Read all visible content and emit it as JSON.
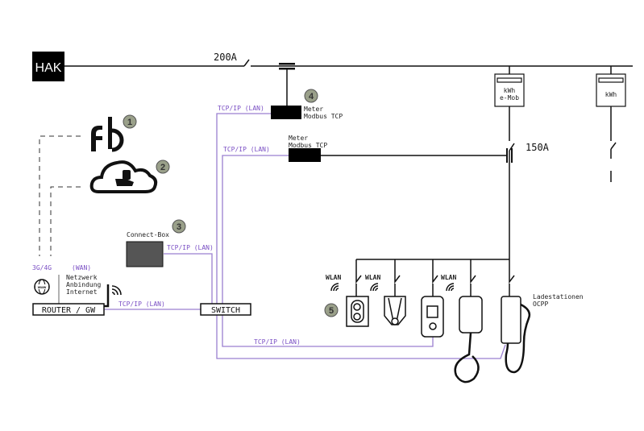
{
  "diagram": {
    "hak": "HAK",
    "main_breaker": "200A",
    "sub_breaker": "150A",
    "meter_emob": {
      "line1": "kWh",
      "line2": "e-Mob"
    },
    "meter_general": "kWh",
    "meter_top": {
      "line1": "Meter",
      "line2": "Modbus TCP"
    },
    "meter_mid": {
      "line1": "Meter",
      "line2": "Modbus TCP"
    },
    "lan_labels": {
      "meter_top": "TCP/IP (LAN)",
      "meter_mid": "TCP/IP (LAN)",
      "connect_box": "TCP/IP (LAN)",
      "router_switch": "TCP/IP (LAN)",
      "stations": "TCP/IP (LAN)"
    },
    "connect_box": "Connect-Box",
    "router": "ROUTER / GW",
    "switch": "SWITCH",
    "mobile": "3G/4G",
    "wan": "(WAN)",
    "network": {
      "line1": "Netzwerk",
      "line2": "Anbindung",
      "line3": "Internet"
    },
    "wlan": [
      "WLAN",
      "WLAN",
      "WLAN"
    ],
    "stations": {
      "line1": "Ladestationen",
      "line2": "OCPP"
    },
    "badges": [
      "1",
      "2",
      "3",
      "4",
      "5"
    ],
    "icons": [
      "fb-logo-icon",
      "cloud-database-icon",
      "www-globe-icon",
      "wifi-icon",
      "wallbox-icon",
      "charging-station-icon"
    ],
    "colors": {
      "lan": "#9a7fd0",
      "line": "#111111",
      "badge": "#9aa08a",
      "connect_box": "#555555"
    }
  }
}
